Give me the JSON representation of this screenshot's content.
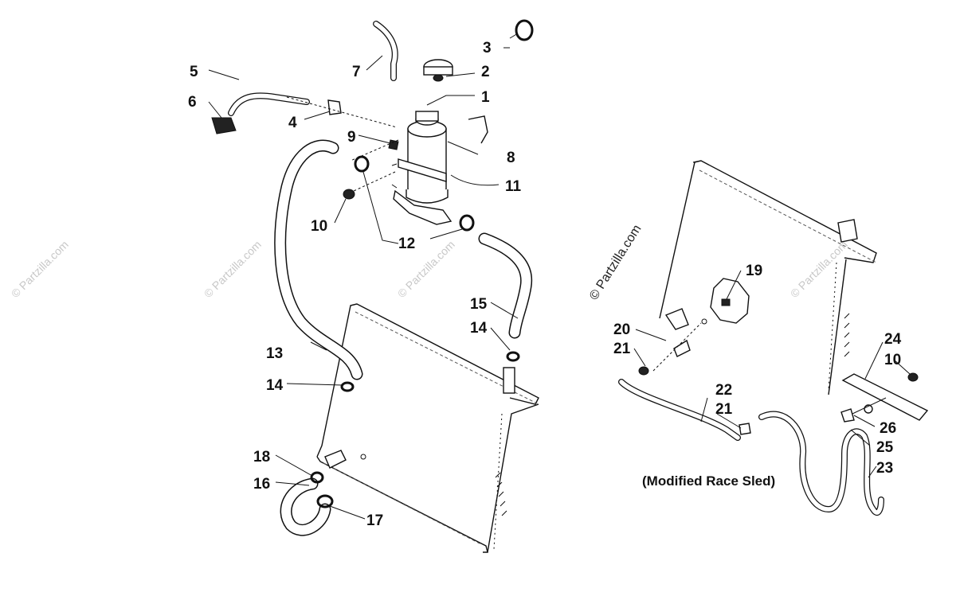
{
  "labels": {
    "l1": "1",
    "l2": "2",
    "l3": "3",
    "l4": "4",
    "l5": "5",
    "l6": "6",
    "l7": "7",
    "l8": "8",
    "l9": "9",
    "l10a": "10",
    "l11": "11",
    "l12": "12",
    "l13": "13",
    "l14a": "14",
    "l14b": "14",
    "l15": "15",
    "l16": "16",
    "l17": "17",
    "l18": "18",
    "l19": "19",
    "l20": "20",
    "l21a": "21",
    "l21b": "21",
    "l22": "22",
    "l23": "23",
    "l24": "24",
    "l10b": "10",
    "l25": "25",
    "l26": "26"
  },
  "caption": "(Modified Race Sled)",
  "watermark": "© Partzilla.com"
}
